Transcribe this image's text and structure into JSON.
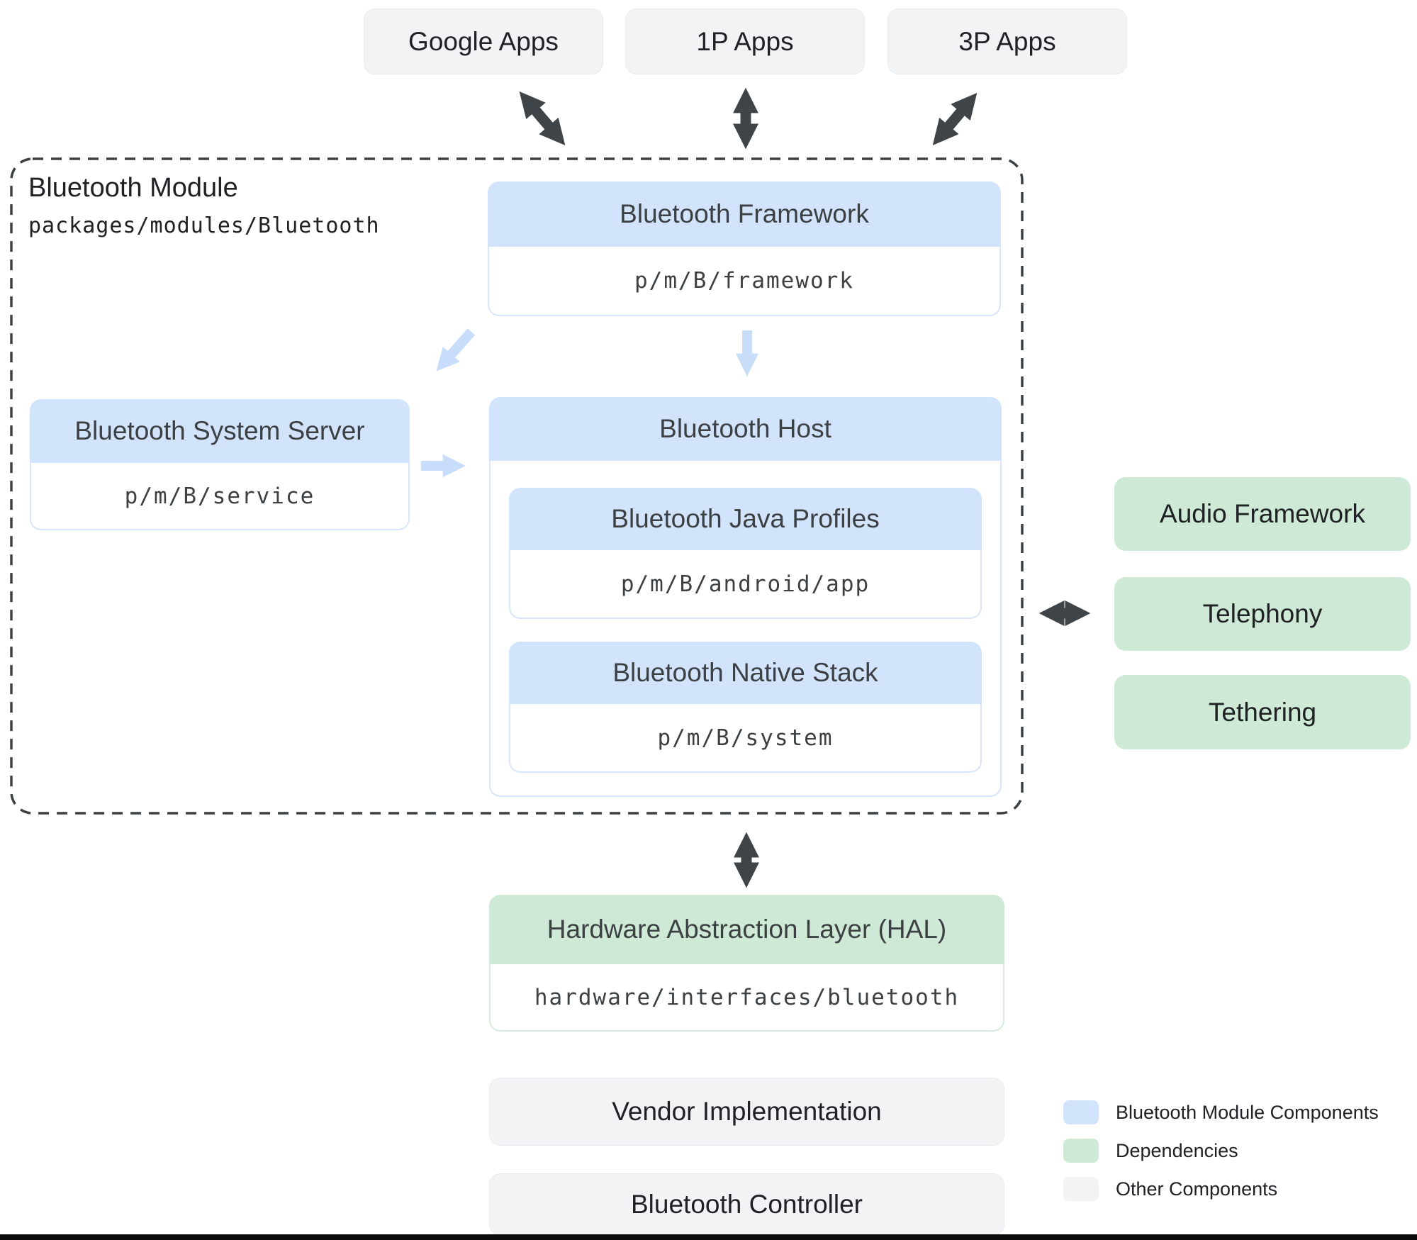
{
  "top_apps": [
    {
      "label": "Google Apps"
    },
    {
      "label": "1P Apps"
    },
    {
      "label": "3P Apps"
    }
  ],
  "module": {
    "title": "Bluetooth Module",
    "path": "packages/modules/Bluetooth",
    "framework": {
      "title": "Bluetooth Framework",
      "path": "p/m/B/framework"
    },
    "system_server": {
      "title": "Bluetooth System Server",
      "path": "p/m/B/service"
    },
    "host": {
      "title": "Bluetooth Host",
      "java_profiles": {
        "title": "Bluetooth Java Profiles",
        "path": "p/m/B/android/app"
      },
      "native_stack": {
        "title": "Bluetooth Native Stack",
        "path": "p/m/B/system"
      }
    }
  },
  "dependencies": [
    {
      "label": "Audio Framework"
    },
    {
      "label": "Telephony"
    },
    {
      "label": "Tethering"
    }
  ],
  "hal": {
    "title": "Hardware Abstraction Layer (HAL)",
    "path": "hardware/interfaces/bluetooth"
  },
  "other_components": [
    {
      "label": "Vendor Implementation"
    },
    {
      "label": "Bluetooth Controller"
    }
  ],
  "legend": [
    {
      "label": "Bluetooth Module Components",
      "color": "#d2e3fc"
    },
    {
      "label": "Dependencies",
      "color": "#ceead6"
    },
    {
      "label": "Other Components",
      "color": "#f1f3f4"
    }
  ],
  "colors": {
    "module_component": "#d2e3fc",
    "dependency": "#ceead6",
    "other_component": "#f1f3f4",
    "dark_arrow": "#3f4449",
    "light_arrow": "#c8ddf9",
    "dashed_border": "#3c4043"
  }
}
